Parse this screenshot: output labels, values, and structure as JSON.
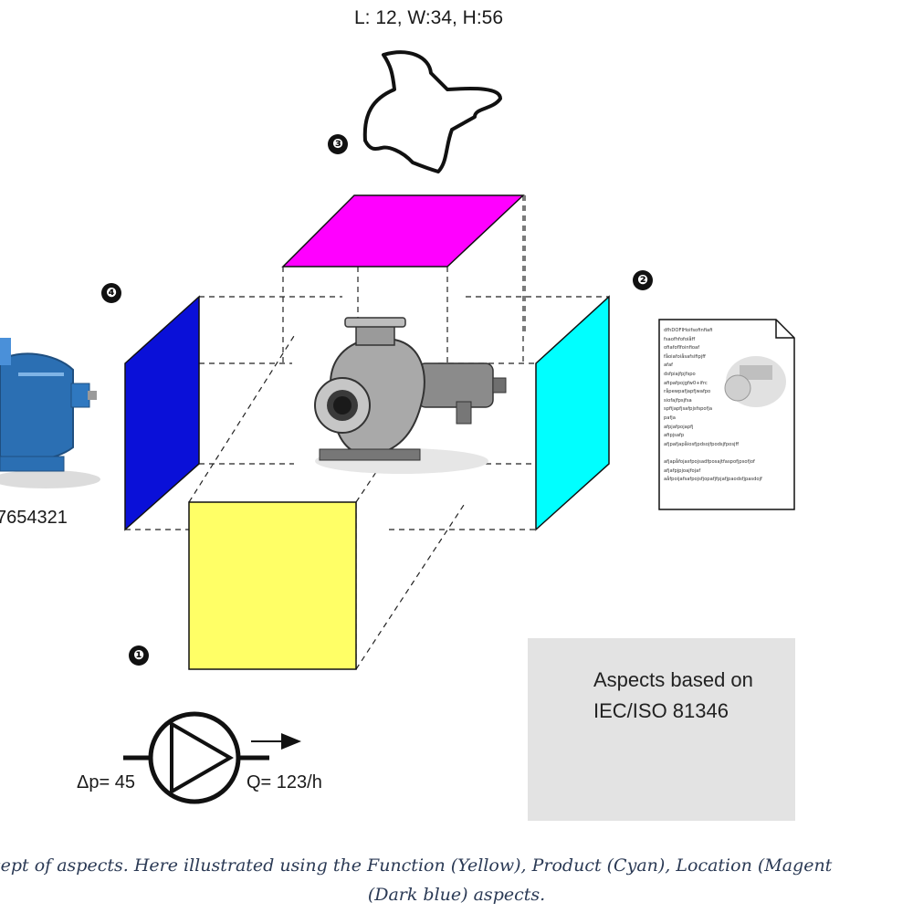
{
  "labels": {
    "dimensions": "L: 12, W:34, H:56",
    "serial": "7654321",
    "delta_p": "Δp= 45",
    "flow": "Q= 123/h"
  },
  "markers": [
    "❶",
    "❷",
    "❸",
    "❹"
  ],
  "legend": {
    "title": "Aspects based on IEC/ISO 81346"
  },
  "document_lines": [
    "dfhDOFIHoifsofinfiafi",
    "fsaofhfofoiåff",
    "ofiafoflfoinfioaf",
    "fåoiafoiåsafsifipjff",
    "afaf",
    "dsfpiajfpjfspo",
    "afipafpojgfw0+ifrc",
    "råpewpafjapfjwafpo",
    "siofajfpsjfsa",
    "spfijapfjsafpjsfspofja",
    "pafja",
    "afpjafpojapfj",
    "afipjsafp",
    "afjpafjapåiosfjpdsojfpodsjfposjff",
    "",
    "afjapåfojasfpojsadfposajtfaspofjpsofjof",
    "afjafpjpjoajfojaf",
    "aåfpoijafsafpojsfjopafjfpjafjpaodsfjpasdojf"
  ],
  "caption": {
    "line1": "cept of aspects. Here illustrated using the Function (Yellow), Product (Cyan), Location (Magent",
    "line2": "(Dark blue) aspects."
  },
  "colors": {
    "function": "#ffff66",
    "product": "#00ffff",
    "location": "#ff00ff",
    "type": "#0a10d8",
    "caption_text": "#2b3a55",
    "legend_bg": "#e3e3e3"
  }
}
